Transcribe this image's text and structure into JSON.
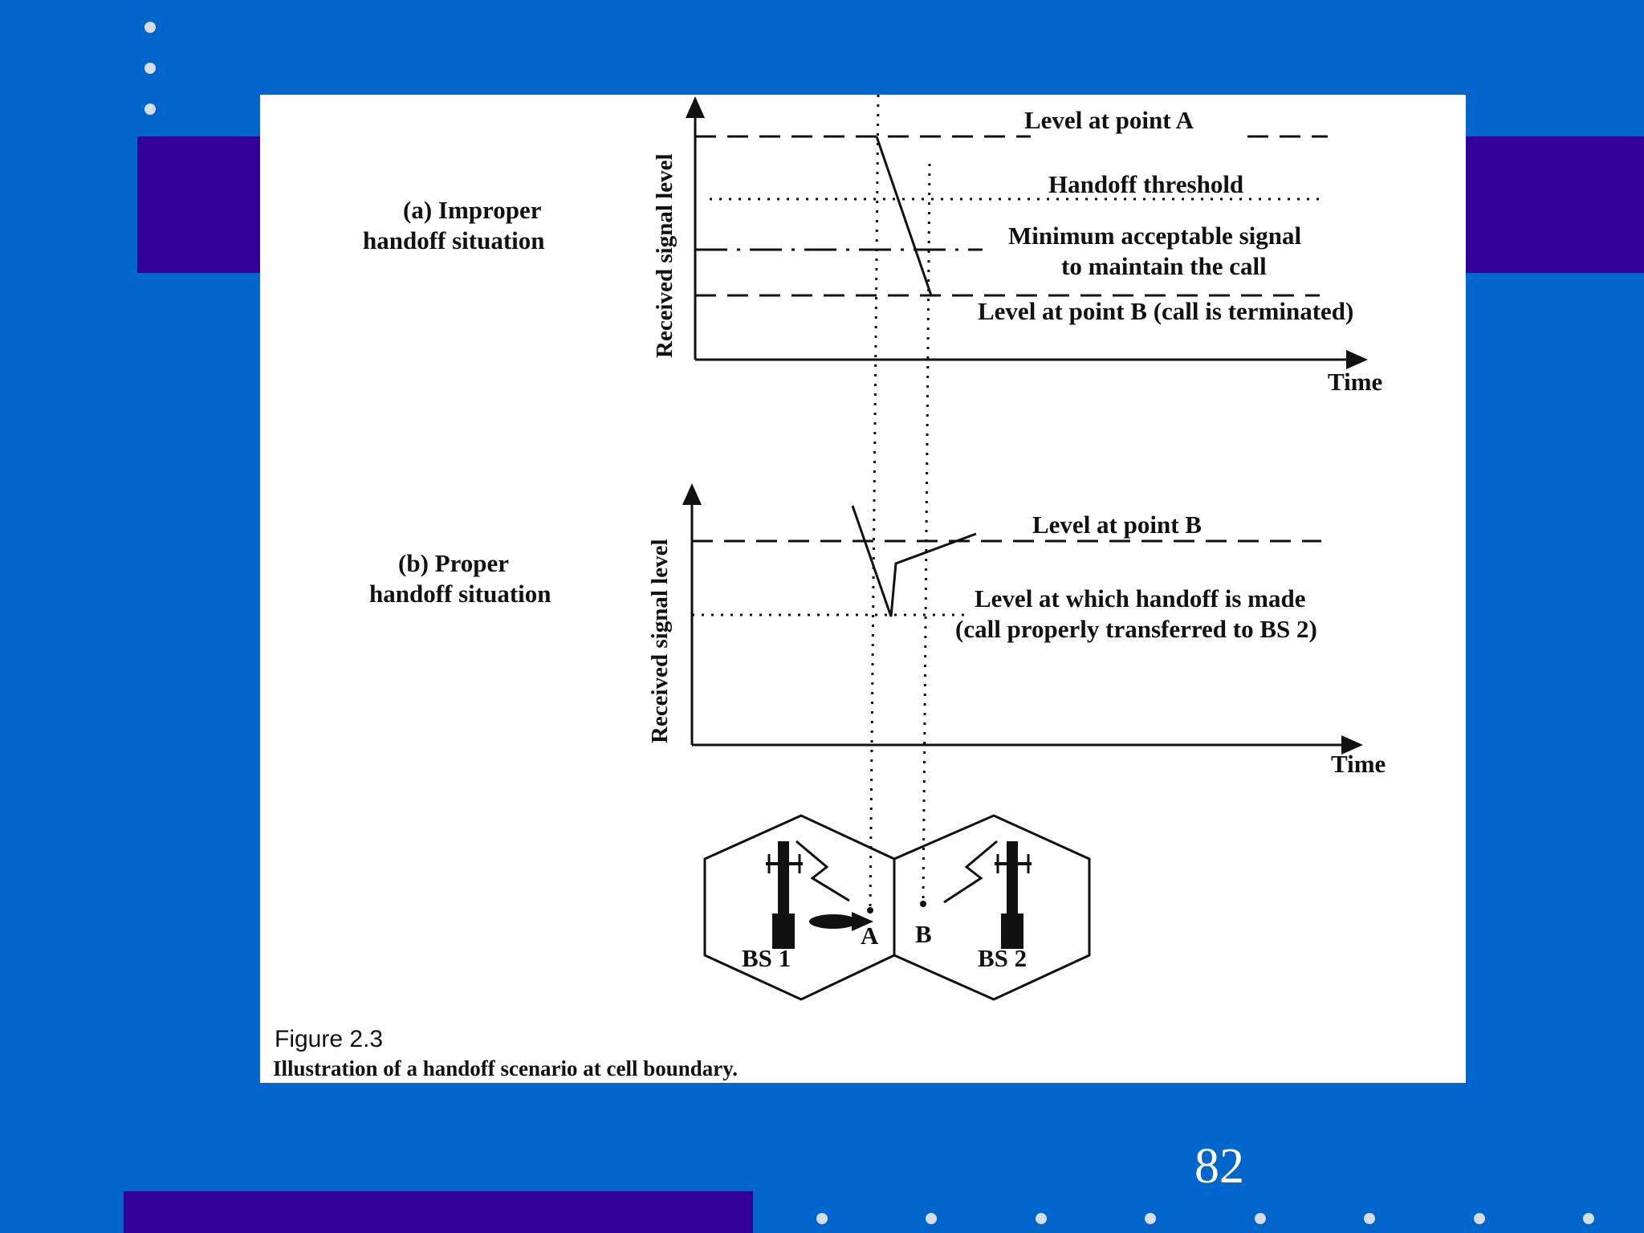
{
  "slide": {
    "page_number": "82",
    "colors": {
      "background": "#0066cc",
      "accent_band": "#330099",
      "bullet_dots": "#d6dce4"
    }
  },
  "figure": {
    "panel_a": {
      "situation_label_line1": "(a) Improper",
      "situation_label_line2": "handoff situation",
      "y_axis_label": "Received signal level",
      "x_axis_label": "Time",
      "level_a": "Level at point A",
      "handoff_threshold": "Handoff threshold",
      "min_signal_line1": "Minimum acceptable signal",
      "min_signal_line2": "to maintain the call",
      "level_b": "Level at point B (call is terminated)"
    },
    "panel_b": {
      "situation_label_line1": "(b) Proper",
      "situation_label_line2": "handoff situation",
      "y_axis_label": "Received signal level",
      "x_axis_label": "Time",
      "level_b": "Level at point B",
      "handoff_line1": "Level at which handoff is made",
      "handoff_line2": "(call properly transferred to BS 2)"
    },
    "cells": {
      "bs1_label": "BS 1",
      "bs2_label": "BS 2",
      "point_a": "A",
      "point_b": "B"
    },
    "caption_title": "Figure 2.3",
    "caption_text": "Illustration of a handoff scenario at cell boundary."
  }
}
